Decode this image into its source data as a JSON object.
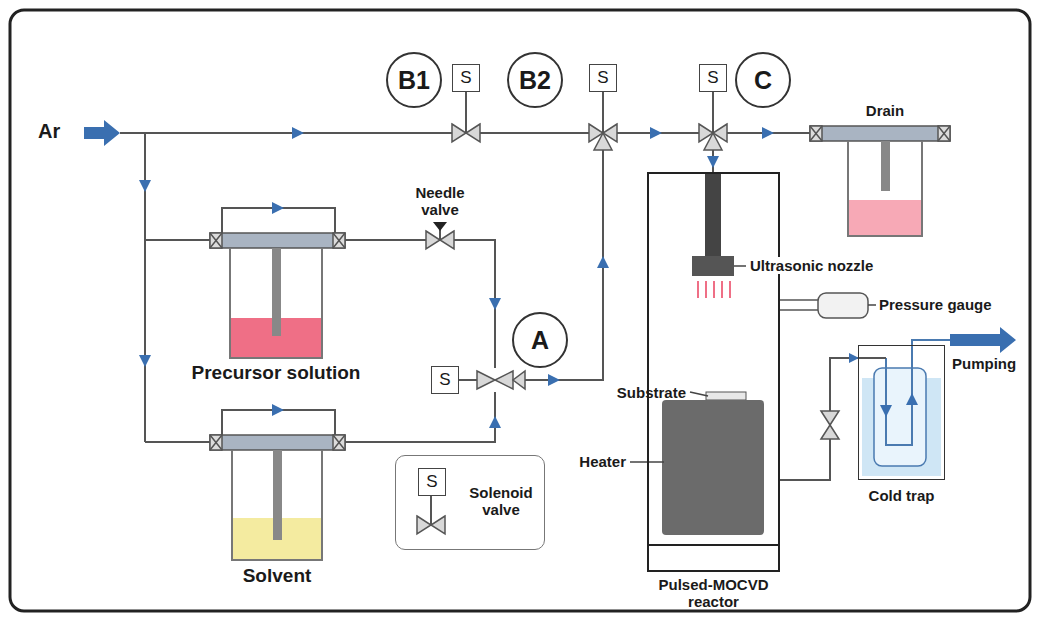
{
  "diagram": {
    "nodes": [
      {
        "text": [
          "B1"
        ]
      },
      {
        "text": [
          "S"
        ]
      },
      {
        "text": [
          "B2"
        ]
      },
      {
        "text": [
          "S"
        ]
      },
      {
        "text": [
          "S"
        ]
      },
      {
        "text": [
          "C"
        ]
      },
      {
        "text": [
          "Drain"
        ]
      },
      {
        "text": [
          "Precursor solution"
        ]
      },
      {
        "text": [
          "A"
        ]
      },
      {
        "text": [
          "S"
        ]
      },
      {
        "text": [
          "Pulsed-MOCVD reactor"
        ]
      },
      {
        "text": [
          "Cold trap"
        ]
      },
      {
        "text": [
          "Solvent"
        ]
      },
      {
        "text": [
          "Solenoid valve"
        ]
      },
      {
        "text": [
          "S"
        ],
        "in": 13
      }
    ],
    "edges": [
      {
        "from": 10,
        "to": 11,
        "arrow": "to"
      }
    ],
    "labels": [
      "Ar",
      "Needle valve",
      "Ultrasonic nozzle",
      "Pressure gauge",
      "Pumping",
      "Substrate",
      "Heater"
    ]
  }
}
